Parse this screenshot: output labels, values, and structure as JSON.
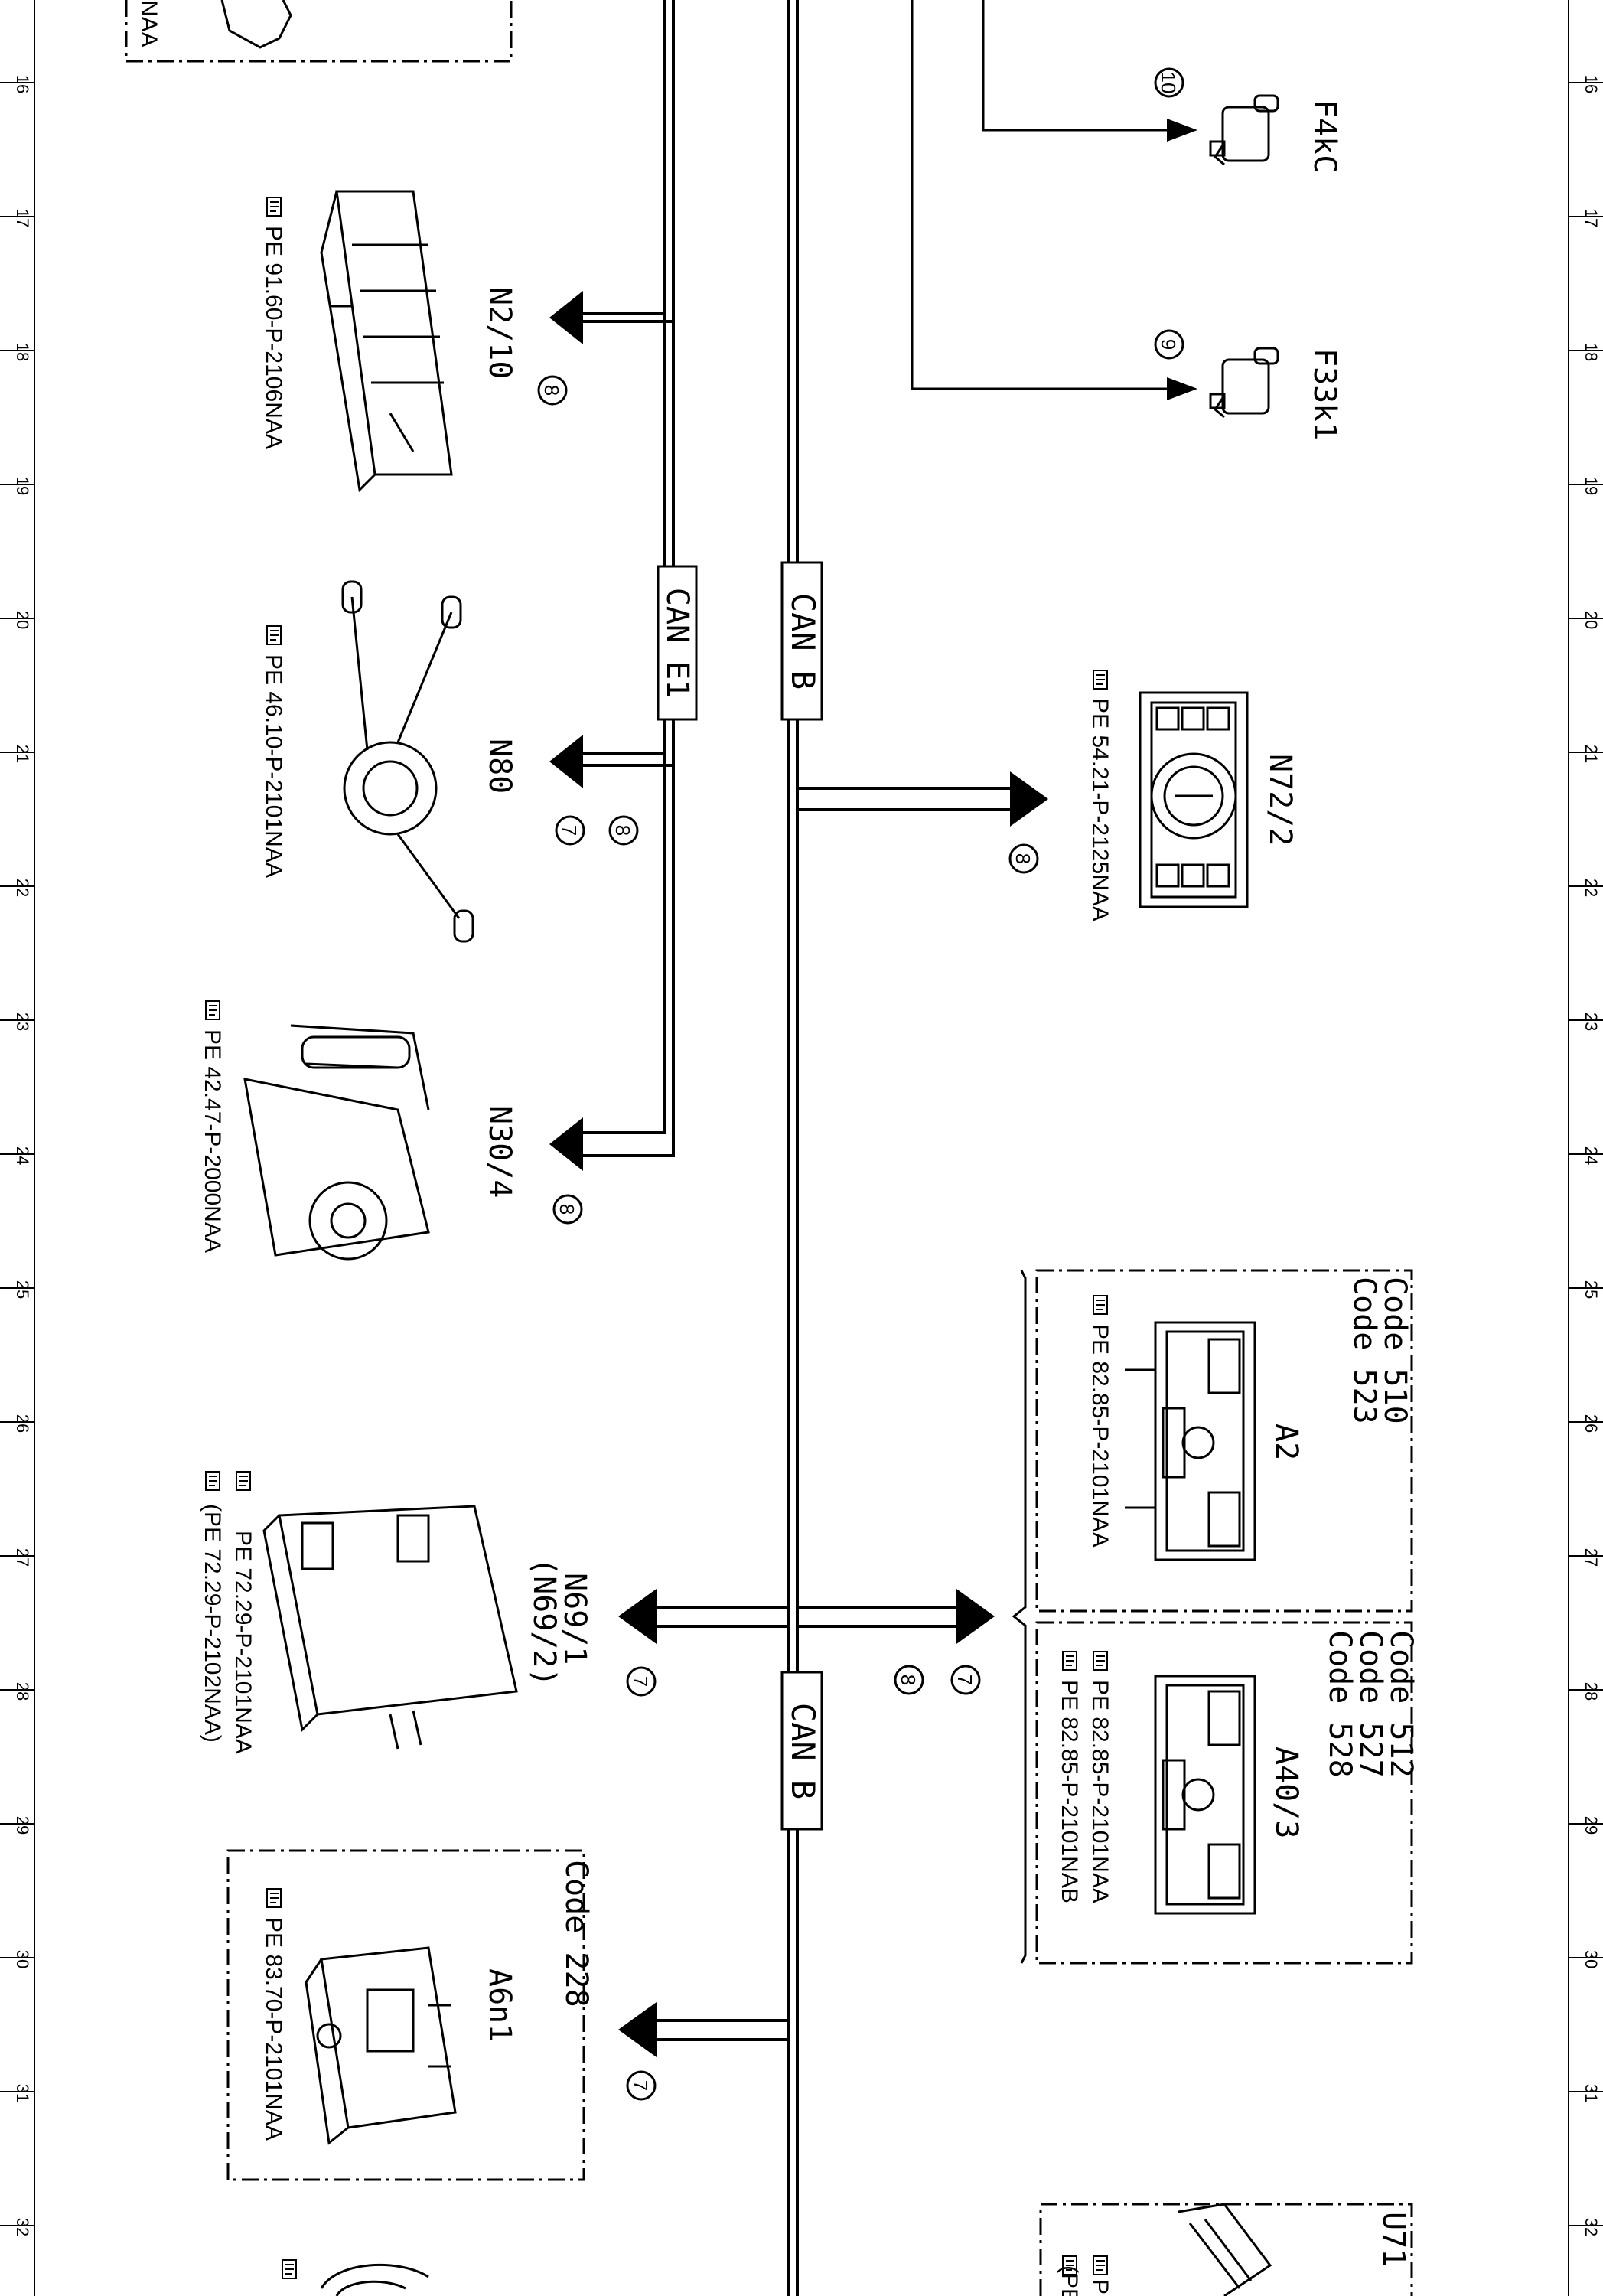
{
  "ruler": {
    "rows": [
      "16",
      "17",
      "18",
      "19",
      "20",
      "21",
      "22",
      "23",
      "24",
      "25",
      "26",
      "27",
      "28",
      "29",
      "30",
      "31",
      "32"
    ]
  },
  "top_left_fragment": "NAA",
  "bus_labels": {
    "can_e1": "CAN E1",
    "can_b_upper": "CAN B",
    "can_b_lower": "CAN B"
  },
  "components": {
    "f4kc": {
      "id": "F4kC",
      "pin": "10"
    },
    "f33k1": {
      "id": "F33k1",
      "pin": "9"
    },
    "n2_10": {
      "id": "N2/10",
      "pin": "8",
      "ref": "PE 91.60-P-2106NAA"
    },
    "n80": {
      "id": "N80",
      "pins": [
        "8",
        "7"
      ],
      "ref": "PE 46.10-P-2101NAA"
    },
    "n30_4": {
      "id": "N30/4",
      "pin": "8",
      "ref": "PE 42.47-P-2000NAA"
    },
    "n72_2": {
      "id": "N72/2",
      "pin": "8",
      "ref": "PE 54.21-P-2125NAA"
    },
    "n69_1": {
      "id": "N69/1",
      "id_alt": "(N69/2)",
      "pin": "7",
      "refs": [
        "PE 72.29-P-2101NAA",
        "(PE 72.29-P-2102NAA)"
      ]
    },
    "a2": {
      "id": "A2",
      "codes": [
        "Code 510",
        "Code 523"
      ],
      "ref": "PE 82.85-P-2101NAA"
    },
    "a40_3": {
      "id": "A40/3",
      "codes": [
        "Code 512",
        "Code 527",
        "Code 528"
      ],
      "refs": [
        "PE 82.85-P-2101NAA",
        "PE 82.85-P-2101NAB"
      ]
    },
    "radio_pins": [
      "7",
      "8"
    ],
    "a6n1": {
      "id": "A6n1",
      "code": "Code 228",
      "pin": "7",
      "ref": "PE 83.70-P-2101NAA"
    },
    "u71": {
      "id": "U71",
      "refs": [
        "PE",
        "(PE"
      ]
    }
  }
}
